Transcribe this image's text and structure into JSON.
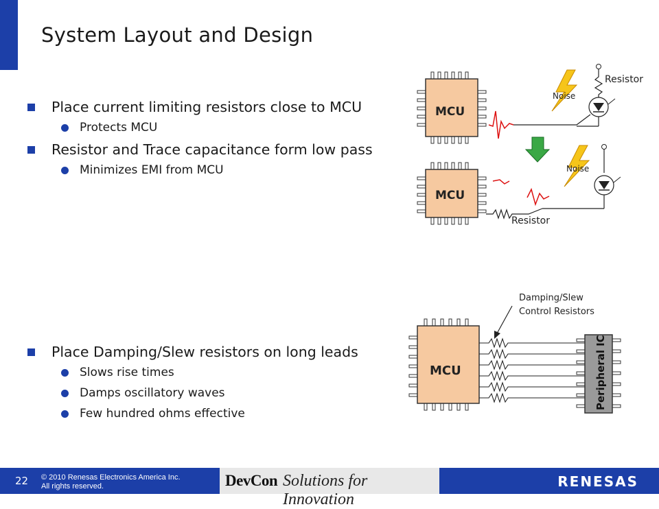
{
  "slide": {
    "title": "System Layout and Design",
    "bullets_top": [
      {
        "text": "Place current limiting resistors close to MCU",
        "subs": [
          "Protects MCU"
        ]
      },
      {
        "text": "Resistor and Trace capacitance form low pass",
        "subs": [
          "Minimizes EMI from MCU"
        ]
      }
    ],
    "bullets_bottom": [
      {
        "text": "Place Damping/Slew resistors on long leads",
        "subs": [
          "Slows rise times",
          "Damps oscillatory waves",
          "Few hundred ohms effective"
        ]
      }
    ]
  },
  "figure_top": {
    "mcu_label": "MCU",
    "noise_label": "Noise",
    "resistor_label": "Resistor",
    "chip_color": "#f6c9a0",
    "arrow_color": "#3aa845",
    "bolt_color": "#f6c51a"
  },
  "figure_bottom": {
    "mcu_label": "MCU",
    "callout": "Damping/Slew",
    "callout2": "Control Resistors",
    "peripheral_label": "Peripheral IC",
    "peripheral_color": "#9a9a9a"
  },
  "footer": {
    "page_number": "22",
    "copyright_line1": "© 2010 Renesas Electronics America Inc.",
    "copyright_line2": "All rights reserved.",
    "brand": "DevCon",
    "tagline": "Solutions for Innovation",
    "logo": "RENESAS",
    "accent": "#1c3fa8"
  }
}
